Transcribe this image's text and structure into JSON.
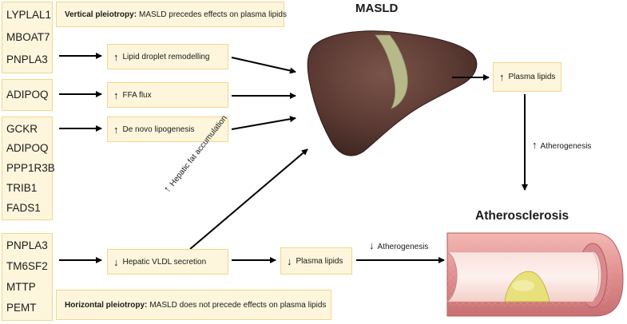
{
  "titles": {
    "masld": "MASLD",
    "atherosclerosis": "Atherosclerosis"
  },
  "notes": {
    "vertical_bold": "Vertical pleiotropy:",
    "vertical_text": "MASLD precedes effects on plasma lipids",
    "horizontal_bold": "Horizontal pleiotropy:",
    "horizontal_text": "MASLD does not precede effects on plasma lipids"
  },
  "gene_groups": [
    [
      "LYPLAL1",
      "MBOAT7",
      "PNPLA3"
    ],
    [
      "ADIPOQ"
    ],
    [
      "GCKR",
      "ADIPOQ",
      "PPP1R3B",
      "TRIB1",
      "FADS1"
    ],
    [
      "PNPLA3",
      "TM6SF2",
      "MTTP",
      "PEMT"
    ]
  ],
  "mechanisms": {
    "lipid_droplet": {
      "arrow": "↑",
      "label": "Lipid droplet remodelling"
    },
    "ffa_flux": {
      "arrow": "↑",
      "label": "FFA flux"
    },
    "de_novo": {
      "arrow": "↑",
      "label": "De novo lipogenesis"
    },
    "vldl": {
      "arrow": "↓",
      "label": "Hepatic VLDL secretion"
    },
    "plasma_up": {
      "arrow": "↑",
      "label": "Plasma lipids"
    },
    "plasma_down": {
      "arrow": "↓",
      "label": "Plasma lipids"
    }
  },
  "labels": {
    "atherogenesis_up": {
      "arrow": "↑",
      "label": "Atherogenesis"
    },
    "atherogenesis_down": {
      "arrow": "↓",
      "label": "Atherogenesis"
    },
    "hepatic_fat": {
      "arrow": "↑",
      "label": "Hepatic fat accumulation"
    }
  },
  "colors": {
    "box_fill": "#fdf6dc",
    "box_border": "#f2d68a",
    "liver": "#5b3a33",
    "gallbladder_band": "#b7b98a",
    "artery_outer": "#e9a3a3",
    "artery_lumen": "#fbe9e5",
    "plaque": "#e8e07a"
  }
}
